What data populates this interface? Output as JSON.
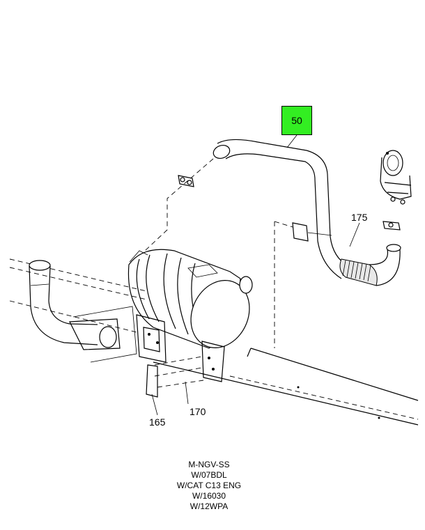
{
  "highlighted_part": {
    "number": "50",
    "color": "#33ee22"
  },
  "callouts": {
    "part_175": "175",
    "part_170": "170",
    "part_165": "165"
  },
  "notes": [
    "M-NGV-SS",
    "W/07BDL",
    "W/CAT C13 ENG",
    "W/16030",
    "W/12WPA"
  ]
}
